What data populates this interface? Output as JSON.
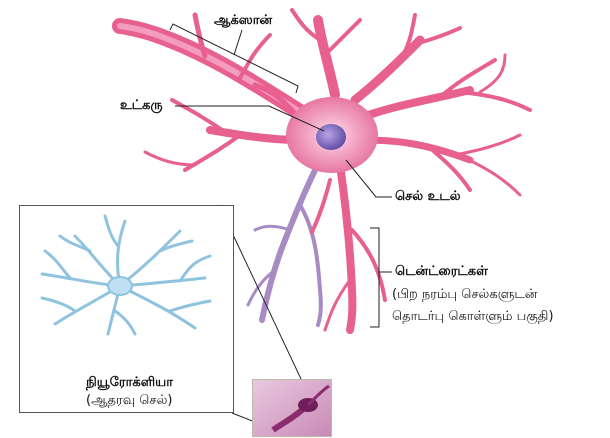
{
  "labels": {
    "axon": "ஆக்ஸான்",
    "nucleus": "உட்கரு",
    "cell_body": "செல் உடல்",
    "dendrites_title": "டென்ட்ரைட்கள்",
    "dendrites_desc_line1": "(பிற நரம்பு செல்களுடன்",
    "dendrites_desc_line2": "தொடர்பு கொள்ளும் பகுதி)",
    "neuroglia_title": "நியூரோக்ளியா",
    "neuroglia_desc": "(ஆதரவு செல்)"
  },
  "colors": {
    "neuron_pink": "#e8608f",
    "neuron_light": "#f6b5cb",
    "nucleus_purple": "#7a66b8",
    "dendrite_violet": "#a98bc4",
    "glia_blue": "#8fc3de",
    "leader_line": "#222222"
  }
}
